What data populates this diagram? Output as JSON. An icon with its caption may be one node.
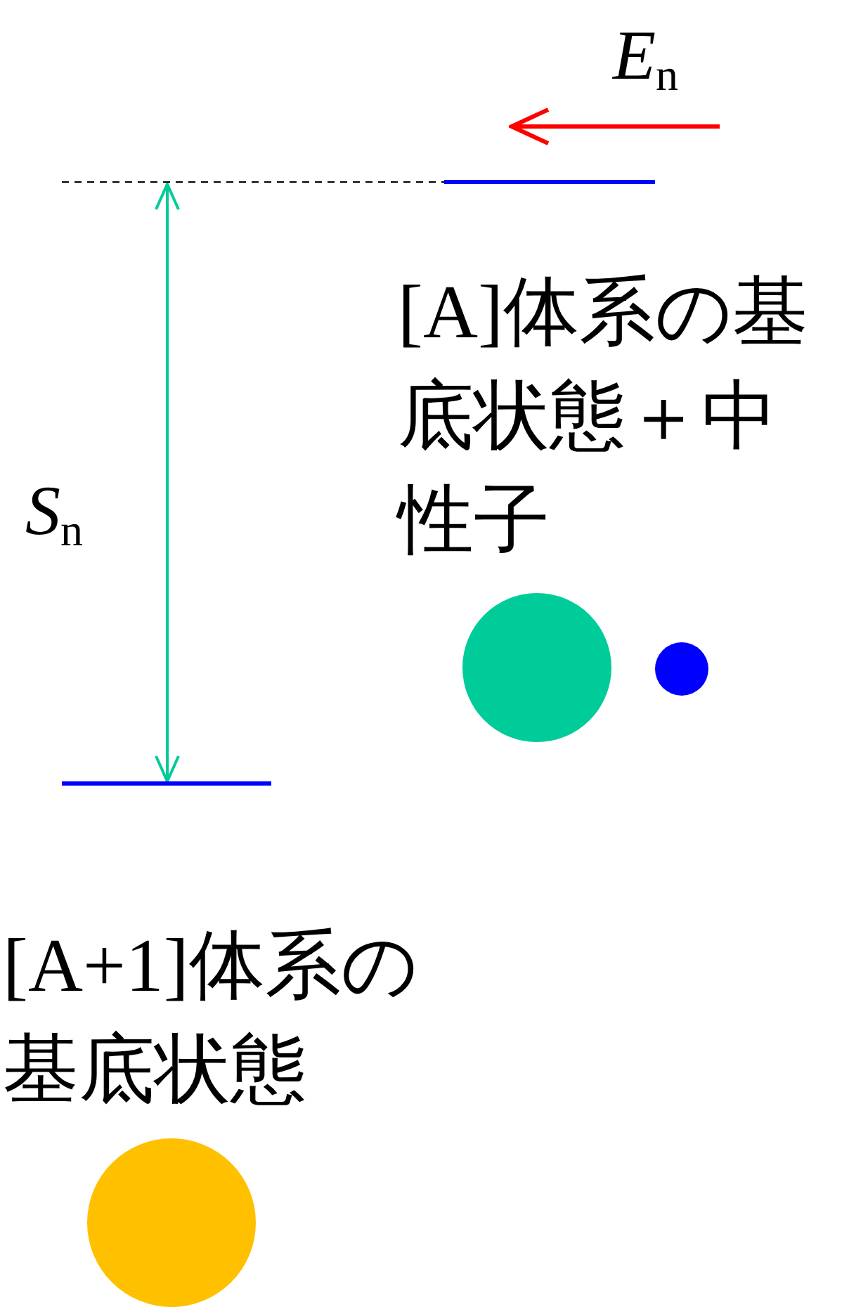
{
  "diagram": {
    "nodes": [
      {
        "text": [],
        "shape": "bar"
      },
      {
        "text": [],
        "shape": "bar"
      },
      {
        "text": [],
        "shape": "circle"
      },
      {
        "text": [],
        "shape": "circle"
      },
      {
        "text": [],
        "shape": "circle"
      }
    ],
    "edges": [
      {
        "from": 1,
        "to": 0,
        "arrow": "both",
        "label": "*S*$_{n}$",
        "color": "#00cc99"
      }
    ],
    "labels": [
      "*E*$_{n}$",
      "[A]体系の基底状態＋中性子",
      "[A+1]体系の基底状態"
    ]
  }
}
